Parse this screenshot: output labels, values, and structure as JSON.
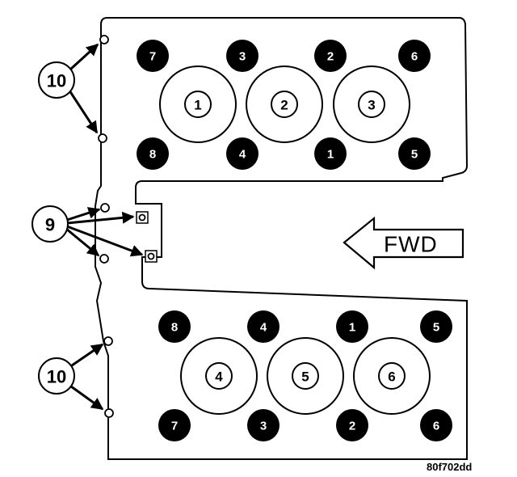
{
  "figure_code": "80f702dd",
  "forward_label": "FWD",
  "callouts": {
    "dowel": "9",
    "locator": "10"
  },
  "upper_bank": {
    "cylinders": [
      "1",
      "2",
      "3"
    ],
    "top_bolts": [
      "7",
      "3",
      "2",
      "6"
    ],
    "bottom_bolts": [
      "8",
      "4",
      "1",
      "5"
    ]
  },
  "lower_bank": {
    "cylinders": [
      "4",
      "5",
      "6"
    ],
    "top_bolts": [
      "8",
      "4",
      "1",
      "5"
    ],
    "bottom_bolts": [
      "7",
      "3",
      "2",
      "6"
    ]
  },
  "colors": {
    "ink": "#000000",
    "paper": "#ffffff"
  }
}
